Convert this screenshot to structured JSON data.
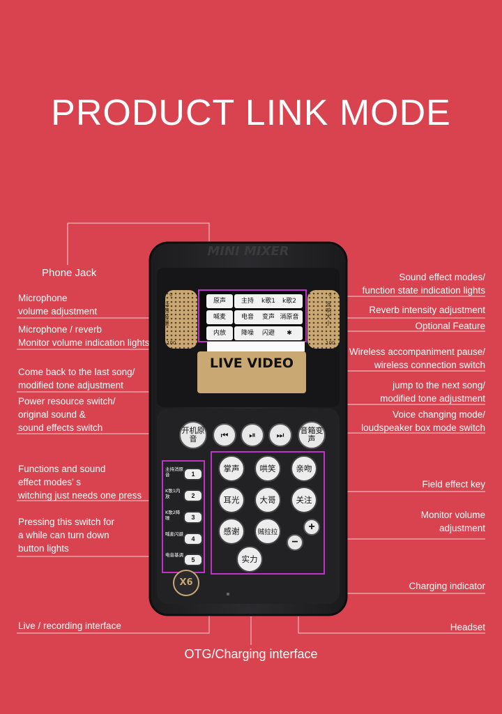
{
  "title": "PRODUCT LINK MODE",
  "device": {
    "brand": "MINI MIXER",
    "screen_text": "LIVE VIDEO",
    "model_badge": "X6",
    "lcd_modes": [
      "原声",
      "主持",
      "k歌1",
      "k歌2",
      "喊麦",
      "电音",
      "变声",
      "消原音",
      "内放",
      "降噪",
      "闪避"
    ],
    "left_dial": "话筒音量",
    "right_dial": "混响大小",
    "dial_scale_top": "0",
    "dial_scale_bottom": "100",
    "power_button": "开机原音",
    "speaker_button": "音箱变声",
    "pad_buttons": [
      "掌声",
      "哄笑",
      "亲吻",
      "耳光",
      "大哥",
      "关注",
      "感谢",
      "贼拉拉",
      "实力"
    ],
    "side_modes": [
      {
        "label": "主持消原音",
        "num": "1"
      },
      {
        "label": "K歌1内放",
        "num": "2"
      },
      {
        "label": "K歌2降噪",
        "num": "3"
      },
      {
        "label": "喊麦闪避",
        "num": "4"
      },
      {
        "label": "电音基调",
        "num": "5"
      }
    ]
  },
  "labels": {
    "phone_jack": "Phone Jack",
    "mic_volume": "Microphone\nvolume adjustment",
    "mic_reverb": "Microphone / reverb\nMonitor volume indication lights",
    "last_song": "Come back to the last song/\nmodified tone adjustment",
    "power_switch": "Power resource switch/\noriginal sound &\nsound effects switch",
    "functions": "Functions and sound\neffect modes’ s\nwitching just needs one press",
    "press_switch": "Pressing this switch for\na while can turn down\nbutton lights",
    "live_interface": "Live / recording interface",
    "sound_modes": "Sound effect modes/\nfunction state indication lights",
    "reverb": "Reverb intensity adjustment",
    "optional": "Optional Feature",
    "wireless": "Wireless accompaniment pause/\nwireless connection switch",
    "next_song": "jump to the next song/\nmodified tone adjustment",
    "voice_mode": "Voice changing mode/\nloudspeaker box mode switch",
    "field_key": "Field effect key",
    "monitor_volume": "Monitor volume\nadjustment",
    "charging_indicator": "Charging indicator",
    "headset": "Headset",
    "otg": "OTG/Charging interface"
  }
}
